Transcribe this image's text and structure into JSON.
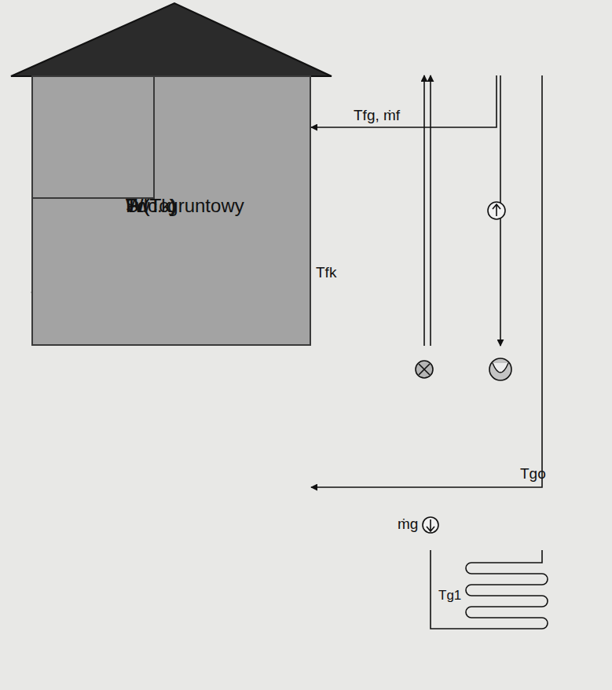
{
  "diagram": {
    "nodes": [
      {
        "text": [
          "Tw"
        ]
      },
      {
        "text": [
          "S (Tk)"
        ]
      },
      {
        "text": [
          "P (To)"
        ]
      },
      {
        "text": [
          "W.c. gruntowy"
        ]
      },
      {
        "text": [
          "Td"
        ]
      }
    ],
    "edges": [
      {
        "from": 1,
        "to": 0,
        "arrow": "to",
        "label": "Tfg, ṁf"
      },
      {
        "from": 0,
        "to": 1,
        "arrow": "to",
        "label": "Tfk"
      },
      {
        "from": 1,
        "to": 2,
        "arrow": "to"
      },
      {
        "from": 2,
        "to": 1,
        "arrow": "to"
      },
      {
        "from": 2,
        "to": 3,
        "arrow": "to",
        "label": "ṁg"
      },
      {
        "from": 3,
        "to": 2,
        "arrow": "to",
        "label": "Tgo"
      }
    ],
    "labels": [
      "Tg1"
    ]
  }
}
